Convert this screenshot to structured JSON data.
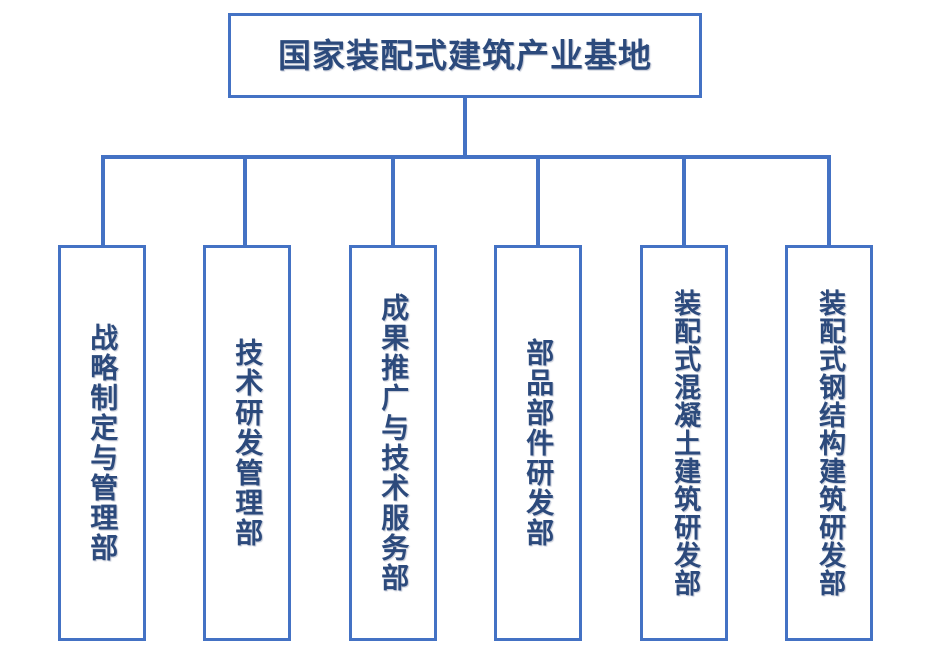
{
  "diagram": {
    "type": "organization-chart",
    "orientation": "top-down",
    "root": {
      "label": "国家装配式建筑产业基地"
    },
    "colors": {
      "border": "#4472C4",
      "connector": "#4472C4",
      "text": "#2C4A7C",
      "background": "#FFFFFF"
    },
    "departments": [
      {
        "label": "战略制定与管理部",
        "chars": 8
      },
      {
        "label": "技术研发管理部",
        "chars": 7
      },
      {
        "label": "成果推广与技术服务部",
        "chars": 10
      },
      {
        "label": "部品部件研发部",
        "chars": 7
      },
      {
        "label": "装配式混凝土建筑研发部",
        "chars": 11
      },
      {
        "label": "装配式钢结构建筑研发部",
        "chars": 11
      }
    ]
  }
}
